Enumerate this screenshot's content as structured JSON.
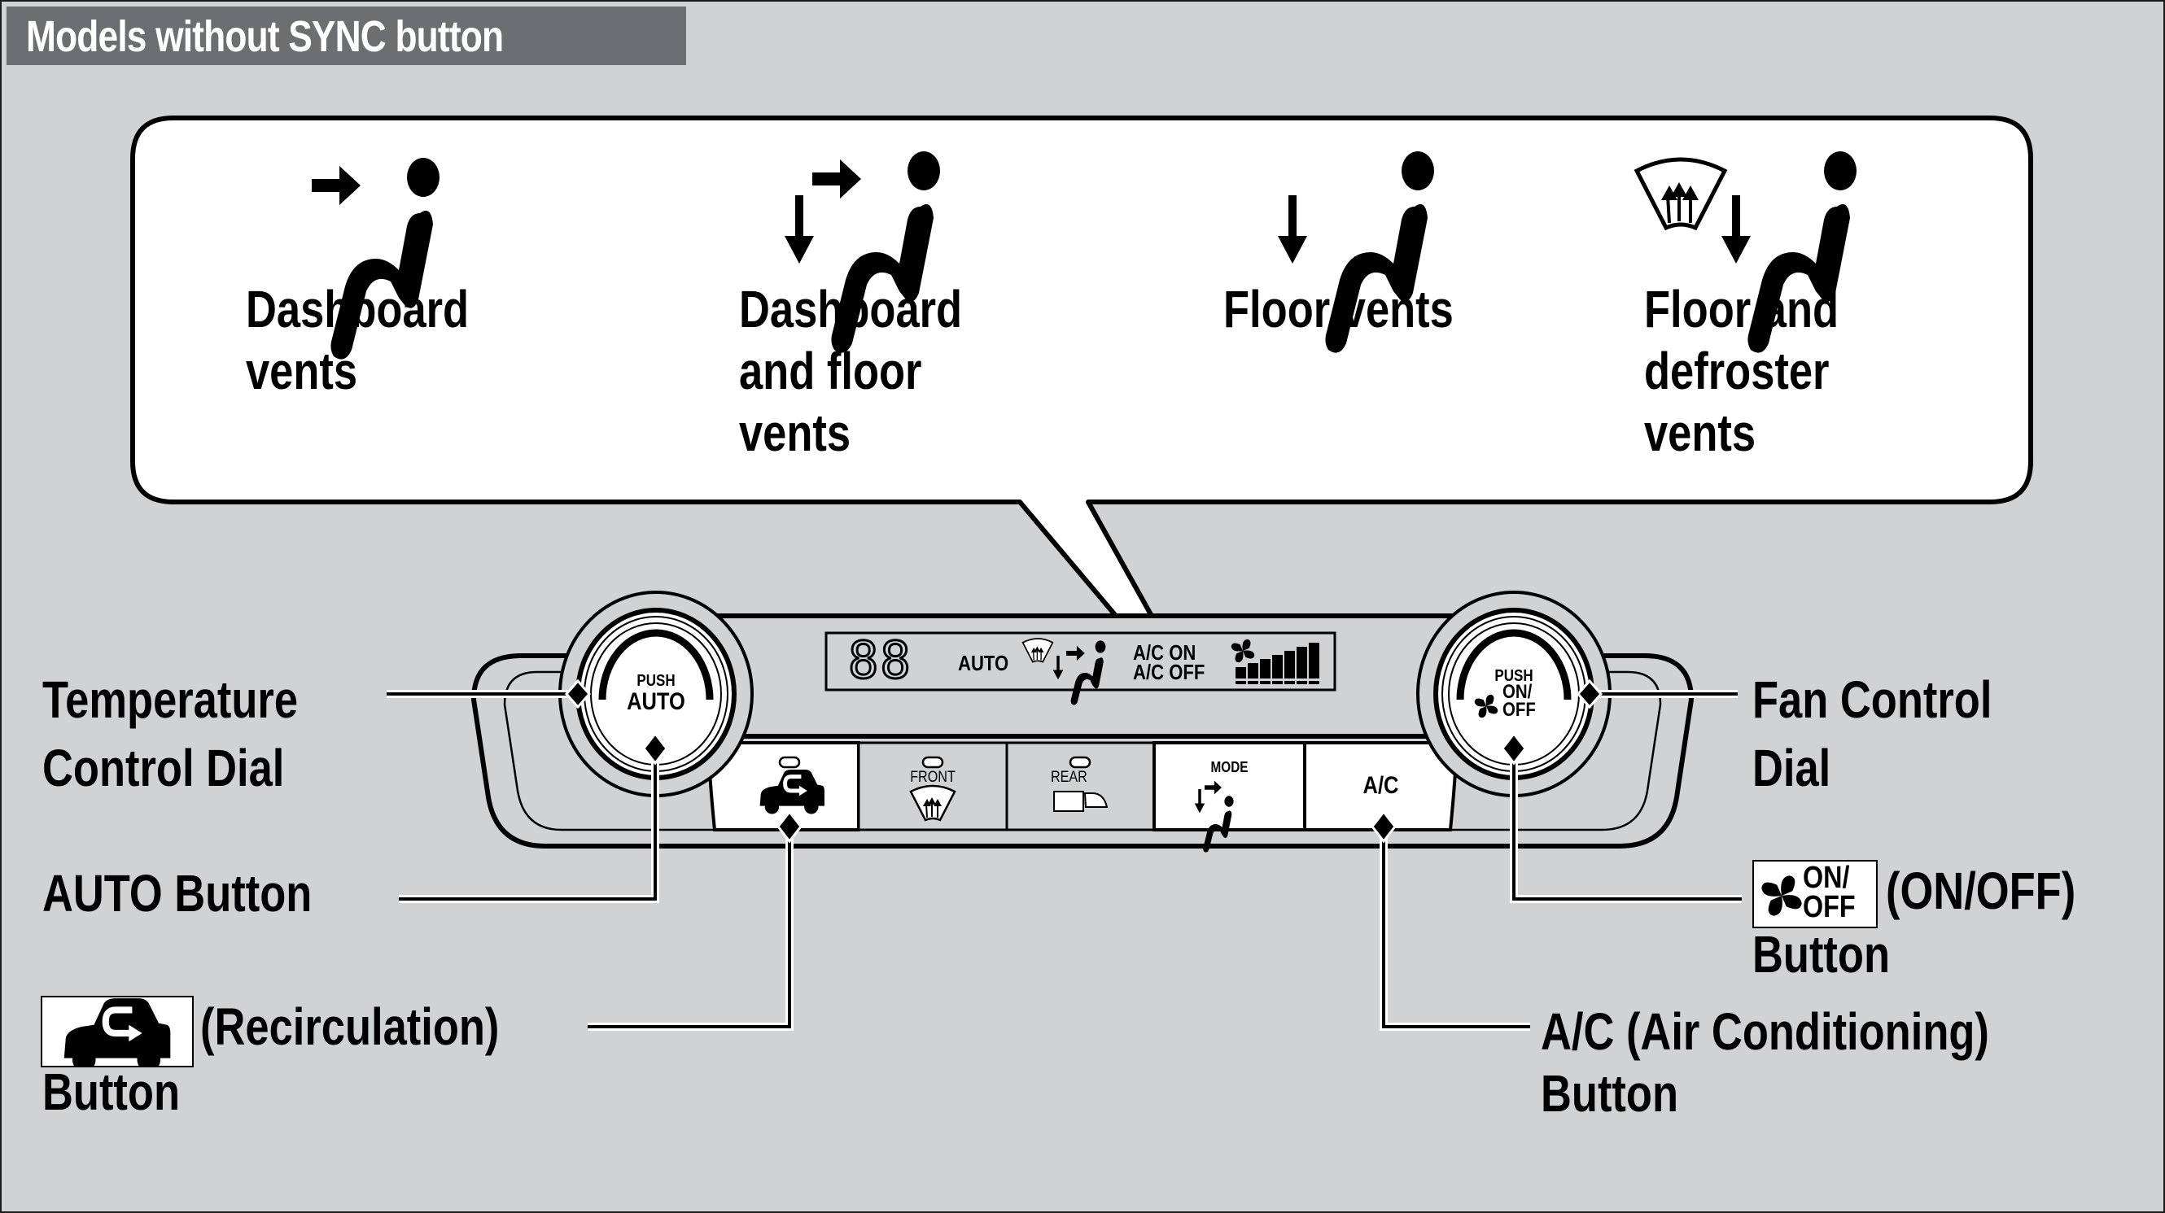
{
  "title": "Models without SYNC button",
  "callout": {
    "modes": [
      {
        "name": "dashboard",
        "label_lines": [
          "Dashboard",
          "vents"
        ],
        "icon": "dashboard-vents-icon"
      },
      {
        "name": "dashboard-floor",
        "label_lines": [
          "Dashboard",
          "and floor",
          "vents"
        ],
        "icon": "dashboard-floor-vents-icon"
      },
      {
        "name": "floor",
        "label_lines": [
          "Floor vents"
        ],
        "icon": "floor-vents-icon"
      },
      {
        "name": "floor-defroster",
        "label_lines": [
          "Floor and",
          "defroster",
          "vents"
        ],
        "icon": "floor-defroster-vents-icon"
      }
    ]
  },
  "panel": {
    "left_dial": {
      "push": "PUSH",
      "label": "AUTO"
    },
    "right_dial": {
      "push": "PUSH",
      "on": "ON/",
      "off": "OFF"
    },
    "display": {
      "temp": "88",
      "auto": "AUTO",
      "ac_on": "A/C ON",
      "ac_off": "A/C OFF",
      "fan_level_bars": 7
    },
    "buttons": {
      "recirc": "",
      "front": "FRONT",
      "rear": "REAR",
      "mode": "MODE",
      "ac": "A/C"
    }
  },
  "labels": {
    "temperature": [
      "Temperature",
      "Control Dial"
    ],
    "auto_button": "AUTO   Button",
    "recirc": {
      "text": "(Recirculation)",
      "line2": "Button"
    },
    "fan_dial": [
      "Fan Control",
      "Dial"
    ],
    "onoff": {
      "on": "ON/",
      "off": "OFF",
      "text": "(ON/OFF)",
      "line2": "Button"
    },
    "ac": {
      "text": "A/C  (Air Conditioning)",
      "line2": "Button"
    }
  }
}
